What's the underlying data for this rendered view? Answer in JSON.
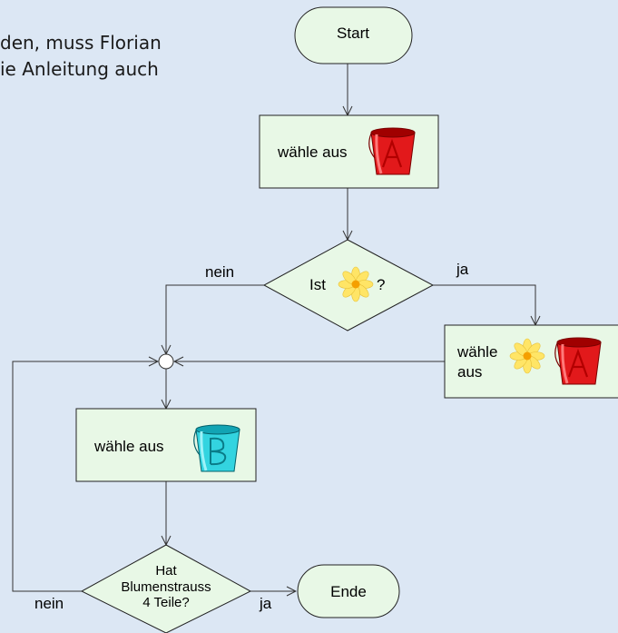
{
  "intro": {
    "line1": "den, muss Florian",
    "line2": "ie Anleitung auch"
  },
  "flow": {
    "start": "Start",
    "end": "Ende",
    "choose_a": "wähle aus",
    "decision1_ist": "Ist",
    "decision1_q": "?",
    "yes1": "ja",
    "no1": "nein",
    "choose_flower_line1": "wähle",
    "choose_flower_line2": "aus",
    "choose_b": "wähle aus",
    "decision2_line1": "Hat",
    "decision2_line2": "Blumenstrauss",
    "decision2_line3": "4 Teile?",
    "yes2": "ja",
    "no2": "nein"
  },
  "icons": {
    "bucket_a_letter": "A",
    "bucket_b_letter": "B",
    "bucket_a_color": "#e2191b",
    "bucket_b_color": "#33d4e0",
    "flower_petal_color": "#ffe566",
    "flower_center_color": "#f5a000"
  }
}
